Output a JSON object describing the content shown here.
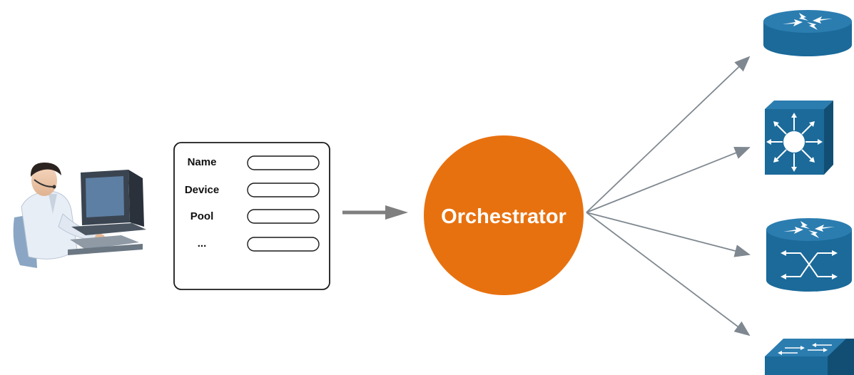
{
  "form": {
    "fields": [
      {
        "label": "Name"
      },
      {
        "label": "Device"
      },
      {
        "label": "Pool"
      },
      {
        "label": "..."
      }
    ]
  },
  "orchestrator": {
    "label": "Orchestrator",
    "color": "#E8710F"
  },
  "devices": [
    {
      "icon": "router-icon"
    },
    {
      "icon": "multilayer-switch-icon"
    },
    {
      "icon": "route-switch-processor-icon"
    },
    {
      "icon": "workgroup-switch-icon"
    }
  ],
  "colors": {
    "device_blue": "#1B6A9A",
    "device_blue_dark": "#124E74",
    "arrow_gray": "#7F7F7F",
    "connector_gray": "#8A96A0"
  }
}
